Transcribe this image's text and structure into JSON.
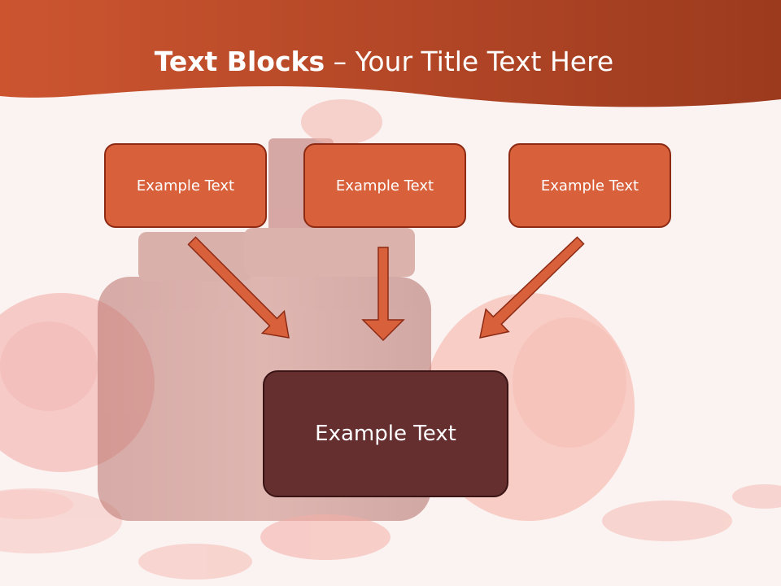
{
  "title": {
    "bold": "Text Blocks",
    "dash": " – ",
    "rest": "Your Title Text Here"
  },
  "boxes": {
    "left": "Example Text",
    "center": "Example Text",
    "right": "Example Text",
    "main": "Example Text"
  },
  "colors": {
    "header_band": "#c44a26",
    "text_box_fill": "#d8603b",
    "text_box_border": "#8c2a14",
    "main_box_fill": "#652f30",
    "arrow_fill": "#d8603b"
  }
}
